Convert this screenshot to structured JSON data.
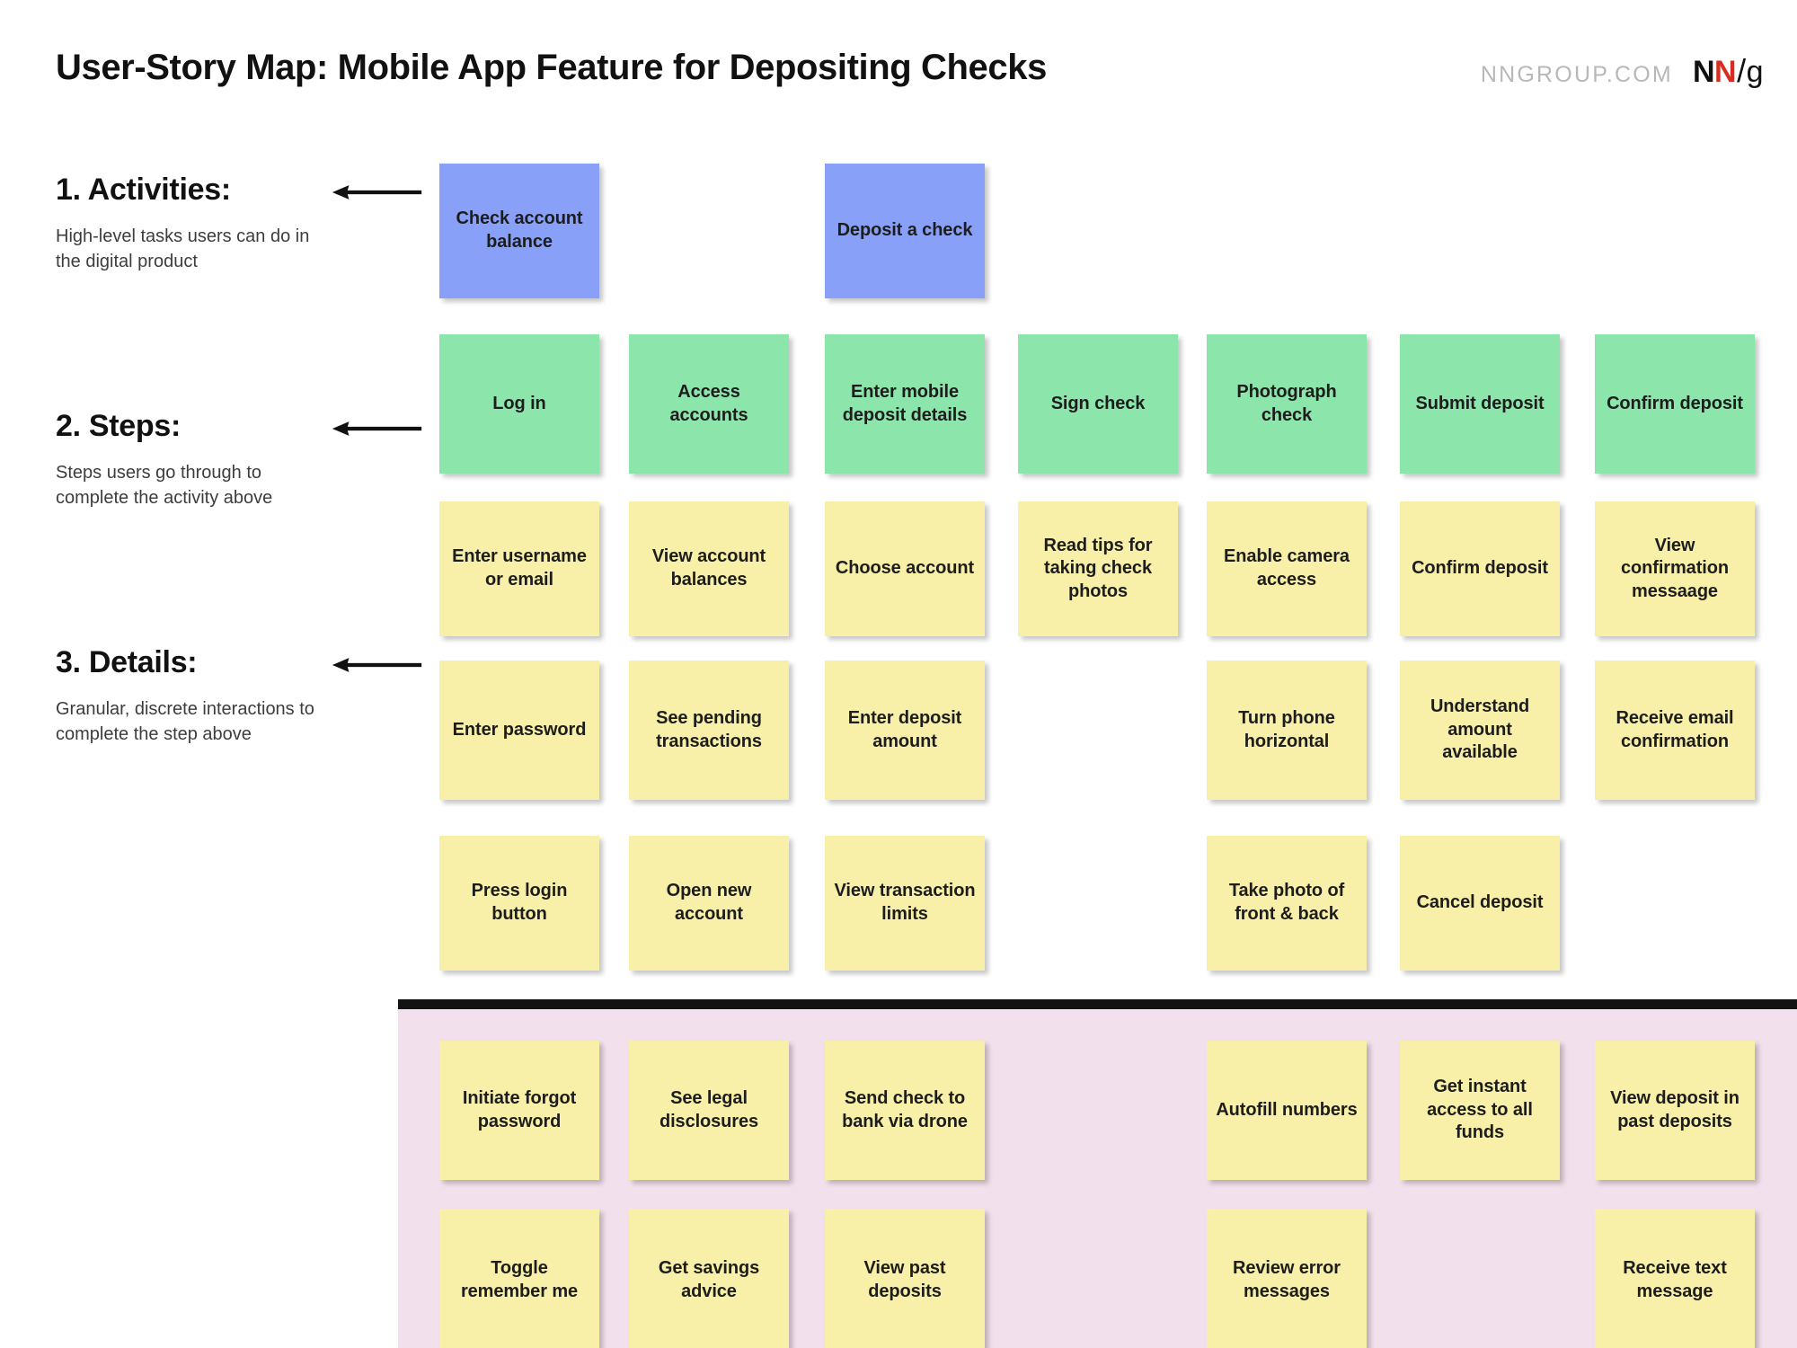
{
  "header": {
    "title": "User-Story Map: Mobile App Feature for Depositing Checks",
    "brand_domain": "NNGROUP.COM",
    "brand_logo": {
      "n1": "N",
      "n2": "N",
      "slash": "/",
      "g": "g"
    }
  },
  "colors": {
    "activity": "#88a0f8",
    "step": "#8ce5ab",
    "detail": "#f8efa8",
    "band": "#f2e0ec",
    "divider": "#131313",
    "brand_red": "#d82b21",
    "brand_gray": "#b8b8b8"
  },
  "legend": [
    {
      "heading": "1. Activities:",
      "description": "High-level tasks users can do in the digital product",
      "arrow": "left-arrow-icon"
    },
    {
      "heading": "2. Steps:",
      "description": "Steps users go through to complete the activity above",
      "arrow": "left-arrow-icon"
    },
    {
      "heading": "3. Details:",
      "description": "Granular, discrete interactions to complete the step above",
      "arrow": "left-arrow-icon"
    }
  ],
  "map": {
    "activities": [
      {
        "label": "Check account balance",
        "column": 0
      },
      {
        "label": "Deposit a check",
        "column": 2
      }
    ],
    "steps": [
      {
        "label": "Log in",
        "column": 0
      },
      {
        "label": "Access accounts",
        "column": 1
      },
      {
        "label": "Enter mobile deposit details",
        "column": 2
      },
      {
        "label": "Sign check",
        "column": 3
      },
      {
        "label": "Photograph check",
        "column": 4
      },
      {
        "label": "Submit deposit",
        "column": 5
      },
      {
        "label": "Confirm deposit",
        "column": 6
      }
    ],
    "details_rows": [
      [
        {
          "label": "Enter username or email",
          "column": 0
        },
        {
          "label": "View account balances",
          "column": 1
        },
        {
          "label": "Choose account",
          "column": 2
        },
        {
          "label": "Read tips for taking check photos",
          "column": 3
        },
        {
          "label": "Enable camera access",
          "column": 4
        },
        {
          "label": "Confirm deposit",
          "column": 5
        },
        {
          "label": "View confirmation messaage",
          "column": 6
        }
      ],
      [
        {
          "label": "Enter password",
          "column": 0
        },
        {
          "label": "See pending transactions",
          "column": 1
        },
        {
          "label": "Enter deposit amount",
          "column": 2
        },
        {
          "label": "Turn phone horizontal",
          "column": 4
        },
        {
          "label": "Understand amount available",
          "column": 5
        },
        {
          "label": "Receive email confirmation",
          "column": 6
        }
      ],
      [
        {
          "label": "Press login button",
          "column": 0
        },
        {
          "label": "Open new account",
          "column": 1
        },
        {
          "label": "View transaction limits",
          "column": 2
        },
        {
          "label": "Take photo of front & back",
          "column": 4
        },
        {
          "label": "Cancel deposit",
          "column": 5
        }
      ]
    ],
    "band_rows": [
      [
        {
          "label": "Initiate forgot password",
          "column": 0
        },
        {
          "label": "See legal disclosures",
          "column": 1
        },
        {
          "label": "Send check to bank via drone",
          "column": 2
        },
        {
          "label": "Autofill numbers",
          "column": 4
        },
        {
          "label": "Get instant access to all funds",
          "column": 5
        },
        {
          "label": "View deposit in past deposits",
          "column": 6
        }
      ],
      [
        {
          "label": "Toggle remember me",
          "column": 0
        },
        {
          "label": "Get savings advice",
          "column": 1
        },
        {
          "label": "View past deposits",
          "column": 2
        },
        {
          "label": "Review error messages",
          "column": 4
        },
        {
          "label": "Receive text message",
          "column": 6
        }
      ]
    ]
  }
}
